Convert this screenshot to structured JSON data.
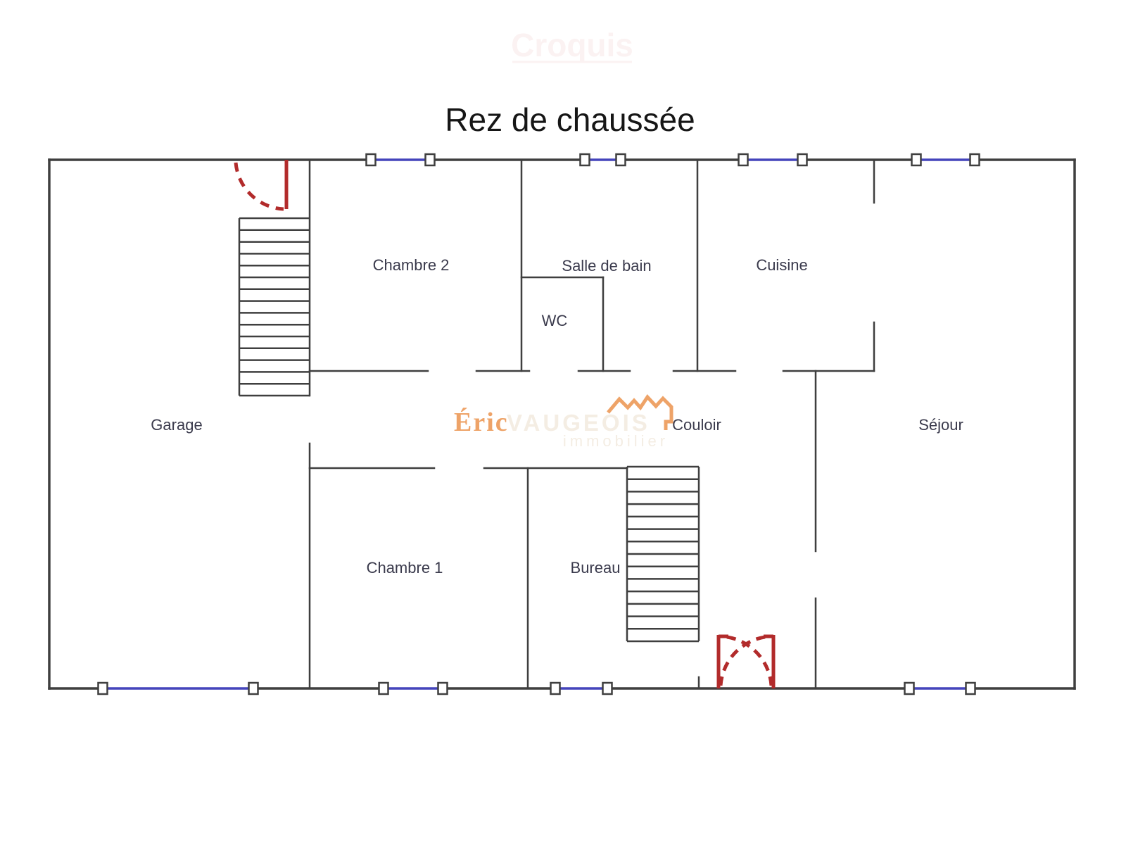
{
  "watermark": {
    "label": "Croquis"
  },
  "page_title": "Rez de chaussée",
  "logo": {
    "first_name": "Éric",
    "last_name": "VAUGEOIS",
    "tagline": "immobilier"
  },
  "rooms": {
    "garage": "Garage",
    "chambre2": "Chambre 2",
    "salle_de_bain": "Salle de bain",
    "wc": "WC",
    "cuisine": "Cuisine",
    "couloir": "Couloir",
    "sejour": "Séjour",
    "chambre1": "Chambre 1",
    "bureau": "Bureau"
  },
  "colors": {
    "wall": "#3f3f3f",
    "window": "#4545bc",
    "door": "#b22b2b",
    "label": "#3a3a4c",
    "title": "#161616",
    "watermark": "#fbf2f2",
    "logo_orange": "#eea368",
    "logo_faint": "#f4ede3"
  }
}
